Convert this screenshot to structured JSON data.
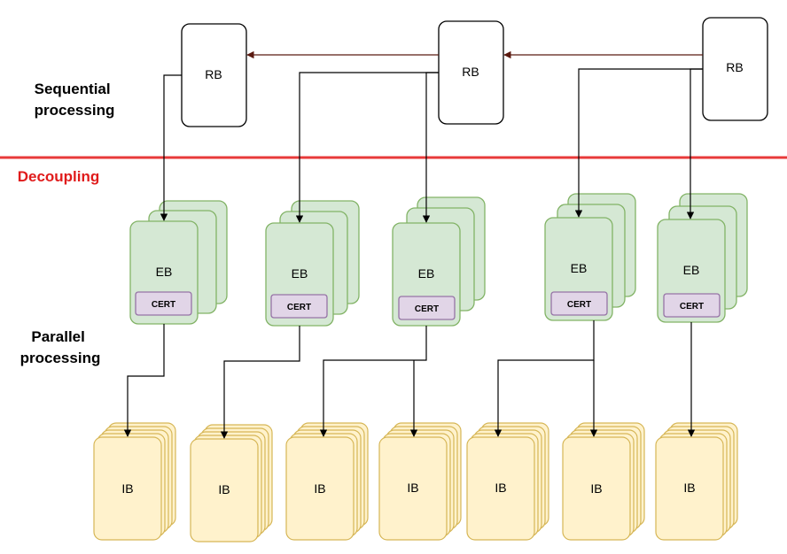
{
  "labels": {
    "sequential": [
      "Sequential",
      "processing"
    ],
    "decoupling": "Decoupling",
    "parallel": [
      "Parallel",
      "processing"
    ]
  },
  "rb_label": "RB",
  "eb_label": "EB",
  "cert_label": "CERT",
  "ib_label": "IB",
  "colors": {
    "decoupling_line": "#e83a3a",
    "decoupling_text": "#e01b1b",
    "rb_arrow": "#5a1a10",
    "eb_fill": "#d5e8d4",
    "eb_stroke": "#82b366",
    "cert_fill": "#e1d5e7",
    "cert_stroke": "#9673a6",
    "ib_fill": "#fff2cc",
    "ib_stroke": "#d6b656"
  }
}
